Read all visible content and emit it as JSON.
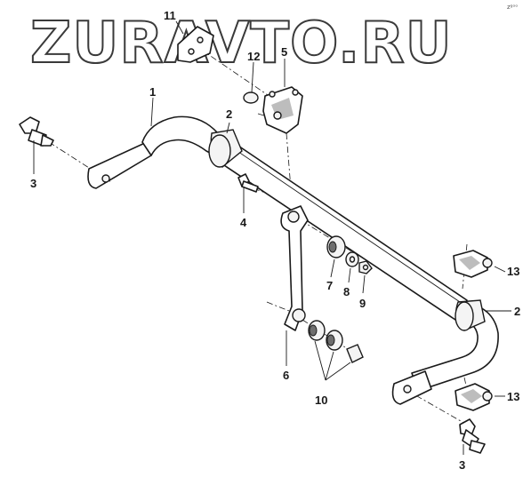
{
  "watermark": "ZURAVTO.RU",
  "corner_mark": "zᵍᵒᵒ",
  "callouts": {
    "c1": "1",
    "c2a": "2",
    "c2b": "2",
    "c3a": "3",
    "c3b": "3",
    "c4": "4",
    "c5": "5",
    "c6": "6",
    "c7": "7",
    "c8": "8",
    "c9": "9",
    "c10": "10",
    "c11": "11",
    "c12": "12",
    "c13a": "13",
    "c13b": "13"
  }
}
